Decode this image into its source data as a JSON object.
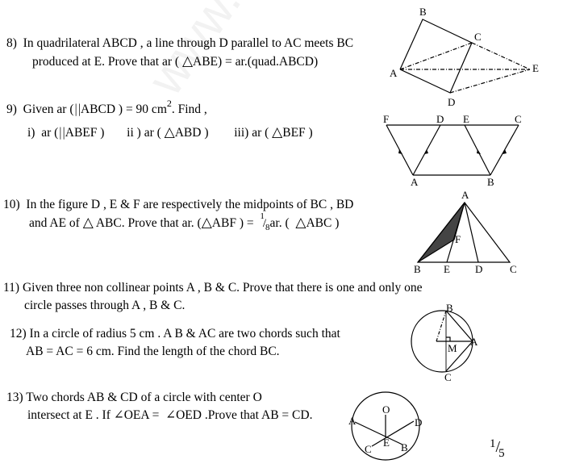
{
  "watermark": "www.studiestoday",
  "questions": [
    {
      "number": "8)",
      "line1": "In quadrilateral ABCD , a line through D parallel to AC meets BC",
      "line2_pre": "produced at E. Prove that ar ( ",
      "line2_tri": "△",
      "line2_post": "ABE) = ar.(quad.ABCD)"
    },
    {
      "number": "9)",
      "line1_pre": "Given ar (",
      "line1_para": "||",
      "line1_mid": "ABCD ) = 90 cm",
      "line1_sup": "2",
      "line1_post": ". Find ,",
      "parts": [
        {
          "label": "i)",
          "pre": "ar (",
          "sym": "||",
          "post": "ABEF )"
        },
        {
          "label": "ii )",
          "pre": "ar ( ",
          "sym": "△",
          "post": "ABD )"
        },
        {
          "label": "iii)",
          "pre": "ar ( ",
          "sym": "△",
          "post": "BEF )"
        }
      ]
    },
    {
      "number": "10)",
      "line1": "In the figure D , E & F are respectively the midpoints  of BC , BD",
      "line2_a": "and AE of ",
      "line2_tri1": "△",
      "line2_b": " ABC. Prove that ar. (",
      "line2_tri2": "△",
      "line2_c": "ABF ) = ",
      "frac_num": "1",
      "frac_den": "8",
      "line2_d": "ar. ( ",
      "line2_tri3": "△",
      "line2_e": "ABC )"
    },
    {
      "number": "11)",
      "line1": "Given three non collinear points A , B & C. Prove that there is one and  only one",
      "line2": "circle passes through A , B & C."
    },
    {
      "number": "12)",
      "line1": "In a circle of radius 5 cm . A B & AC are two chords such that",
      "line2": "AB = AC = 6 cm. Find the length of the chord BC."
    },
    {
      "number": "13)",
      "line1": "Two chords AB & CD  of a circle with  center O",
      "line2_a": "intersect at E . If ",
      "angle1": "∠",
      "line2_b": "OEA = ",
      "angle2": "∠",
      "line2_c": "OED .Prove that AB = CD."
    }
  ],
  "figures": {
    "fig8": {
      "labels": {
        "A": "A",
        "B": "B",
        "C": "C",
        "D": "D",
        "E": "E"
      }
    },
    "fig9": {
      "labels": {
        "F": "F",
        "D": "D",
        "E": "E",
        "C": "C",
        "A": "A",
        "B": "B"
      }
    },
    "fig10": {
      "labels": {
        "A": "A",
        "B": "B",
        "E": "E",
        "D": "D",
        "C": "C",
        "F": "F"
      }
    },
    "fig12": {
      "labels": {
        "B": "B",
        "A": "A",
        "M": "M",
        "C": "C"
      }
    },
    "fig13": {
      "labels": {
        "O": "O",
        "A": "A",
        "D": "D",
        "C": "C",
        "E": "E",
        "B": "B"
      }
    }
  },
  "page": {
    "numerator": "1",
    "slash": "/",
    "denominator": "5"
  }
}
